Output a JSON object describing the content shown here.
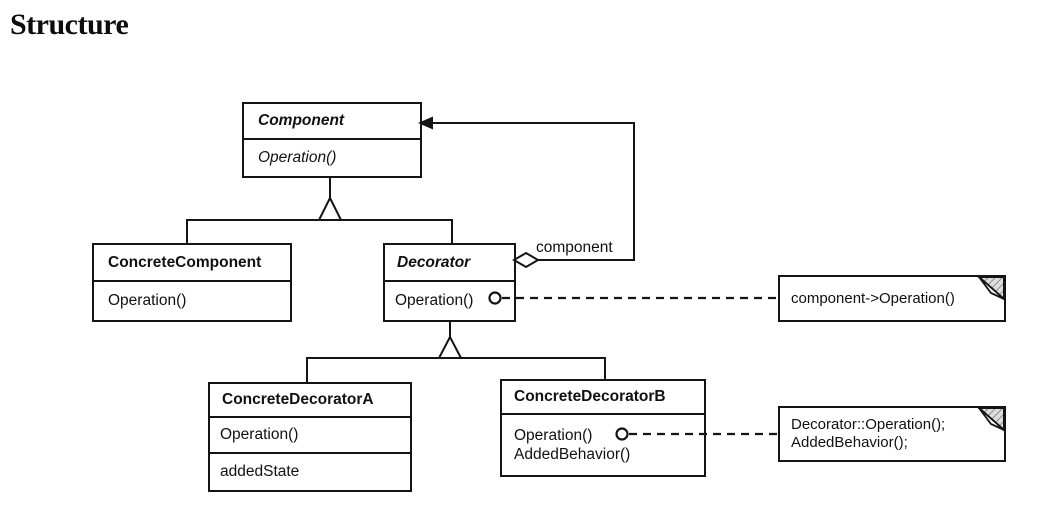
{
  "page": {
    "heading": "Structure"
  },
  "diagram": {
    "classes": {
      "component": {
        "name": "Component",
        "operation": "Operation()"
      },
      "concrete_component": {
        "name": "ConcreteComponent",
        "operation": "Operation()"
      },
      "decorator": {
        "name": "Decorator",
        "operation": "Operation()"
      },
      "concrete_decorator_a": {
        "name": "ConcreteDecoratorA",
        "operation": "Operation()",
        "attribute": "addedState"
      },
      "concrete_decorator_b": {
        "name": "ConcreteDecoratorB",
        "operation": "Operation()",
        "operation2": "AddedBehavior()"
      }
    },
    "labels": {
      "aggregation_role": "component"
    },
    "notes": {
      "component_operation": {
        "line1": "component->Operation()"
      },
      "decorator_b_operation": {
        "line1": "Decorator::Operation();",
        "line2": "AddedBehavior();"
      }
    },
    "colors": {
      "ink": "#141414",
      "paper": "#ffffff",
      "note_fold_shade": "#dedede",
      "note_fold_hatch": "#777777"
    }
  }
}
